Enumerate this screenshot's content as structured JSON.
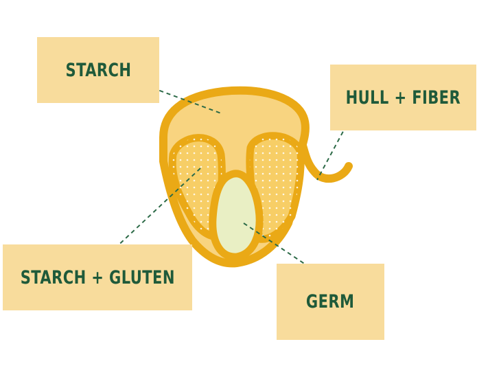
{
  "labels": {
    "starch": "STARCH",
    "hull_fiber": "HULL + FIBER",
    "starch_gluten": "STARCH + GLUTEN",
    "germ": "GERM"
  },
  "colors": {
    "label_bg": "#f8dc9c",
    "label_text": "#1f5a3a",
    "hull": "#eaa916",
    "starch_fill": "#f8d480",
    "gluten_fill": "#f7ce66",
    "germ_fill": "#e9efc4",
    "leader": "#2c6a47"
  }
}
